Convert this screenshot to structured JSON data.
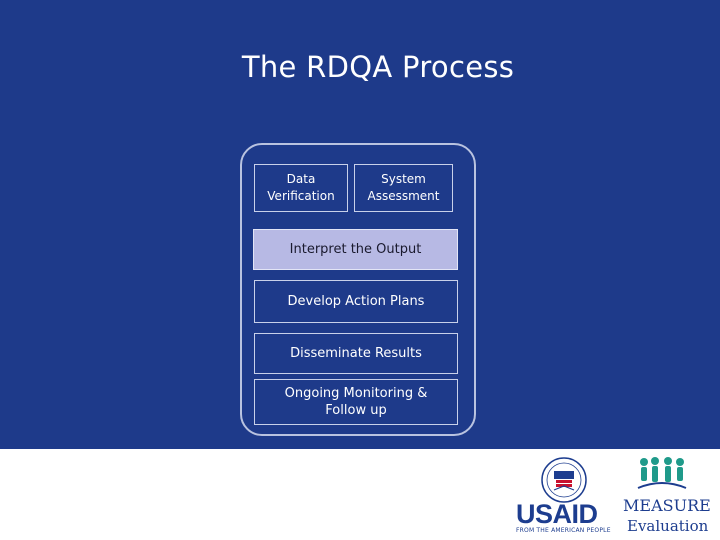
{
  "slide": {
    "title": "The RDQA Process"
  },
  "diagram": {
    "top_boxes": [
      {
        "label": "Data Verification"
      },
      {
        "label": "System Assessment"
      }
    ],
    "steps": [
      {
        "label": "Interpret the Output"
      },
      {
        "label": "Develop Action Plans"
      },
      {
        "label": "Disseminate Results"
      },
      {
        "label": "Ongoing Monitoring & Follow up"
      }
    ]
  },
  "logos": {
    "usaid_name": "USAID",
    "usaid_tagline": "FROM THE AMERICAN PEOPLE",
    "measure_name": "MEASURE",
    "measure_sub": "Evaluation"
  },
  "colors": {
    "background": "#1e3a8a",
    "highlight": "#b7b9e4",
    "box_border": "#c8d0ea",
    "logo_blue": "#1d3d8f",
    "logo_red": "#c8102e",
    "measure_green": "#1f9a8a"
  }
}
